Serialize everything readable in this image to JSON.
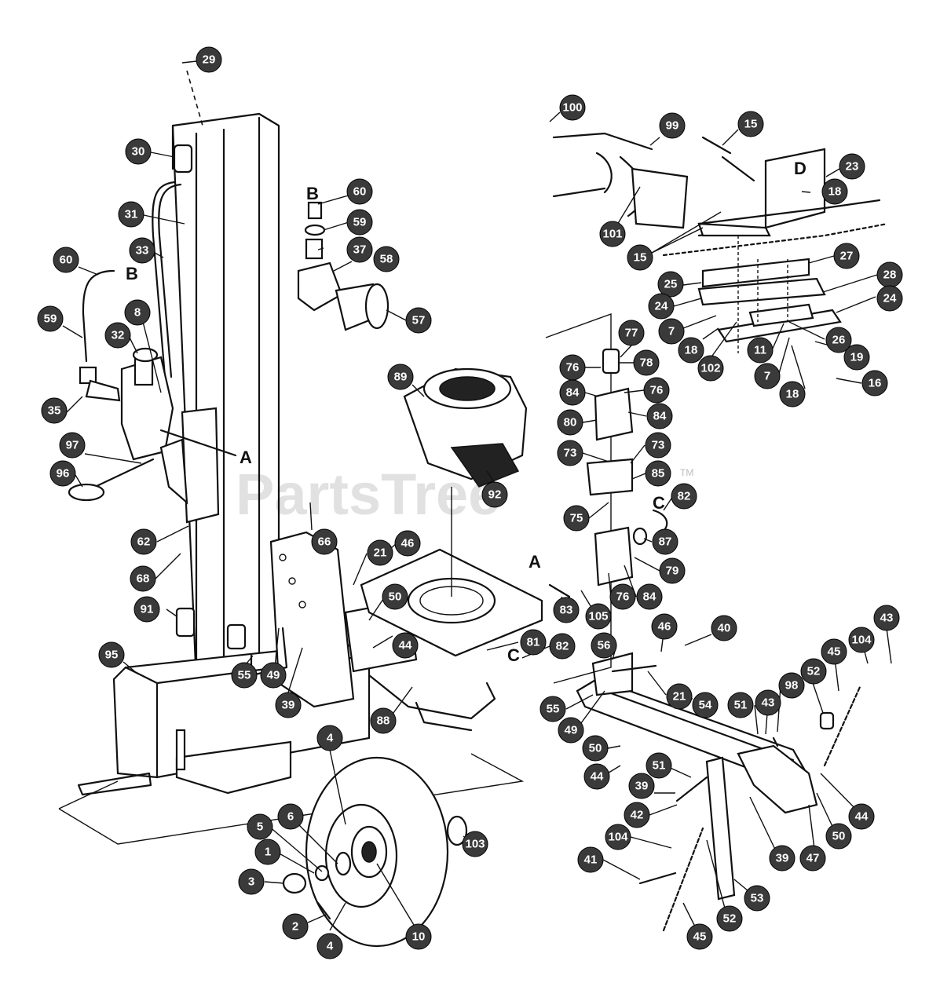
{
  "watermark": {
    "text": "PartsTree",
    "tm": "TM"
  },
  "connector_labels": [
    "A",
    "A",
    "B",
    "B",
    "C",
    "C",
    "D"
  ],
  "callouts": [
    "29",
    "30",
    "31",
    "33",
    "60",
    "59",
    "32",
    "8",
    "35",
    "97",
    "96",
    "62",
    "68",
    "91",
    "95",
    "55",
    "49",
    "39",
    "21",
    "46",
    "50",
    "44",
    "66",
    "60",
    "59",
    "37",
    "58",
    "57",
    "89",
    "92",
    "88",
    "81",
    "82",
    "4",
    "5",
    "6",
    "1",
    "3",
    "2",
    "10",
    "103",
    "4",
    "100",
    "99",
    "15",
    "23",
    "18",
    "101",
    "15",
    "27",
    "25",
    "24",
    "28",
    "24",
    "7",
    "18",
    "102",
    "11",
    "26",
    "19",
    "7",
    "18",
    "16",
    "77",
    "78",
    "76",
    "84",
    "76",
    "84",
    "80",
    "73",
    "73",
    "85",
    "75",
    "82",
    "87",
    "79",
    "83",
    "105",
    "76",
    "84",
    "46",
    "40",
    "56",
    "55",
    "49",
    "21",
    "54",
    "51",
    "43",
    "98",
    "52",
    "45",
    "104",
    "43",
    "50",
    "44",
    "51",
    "39",
    "42",
    "44",
    "47",
    "50",
    "104",
    "41",
    "45",
    "52",
    "53",
    "39"
  ]
}
